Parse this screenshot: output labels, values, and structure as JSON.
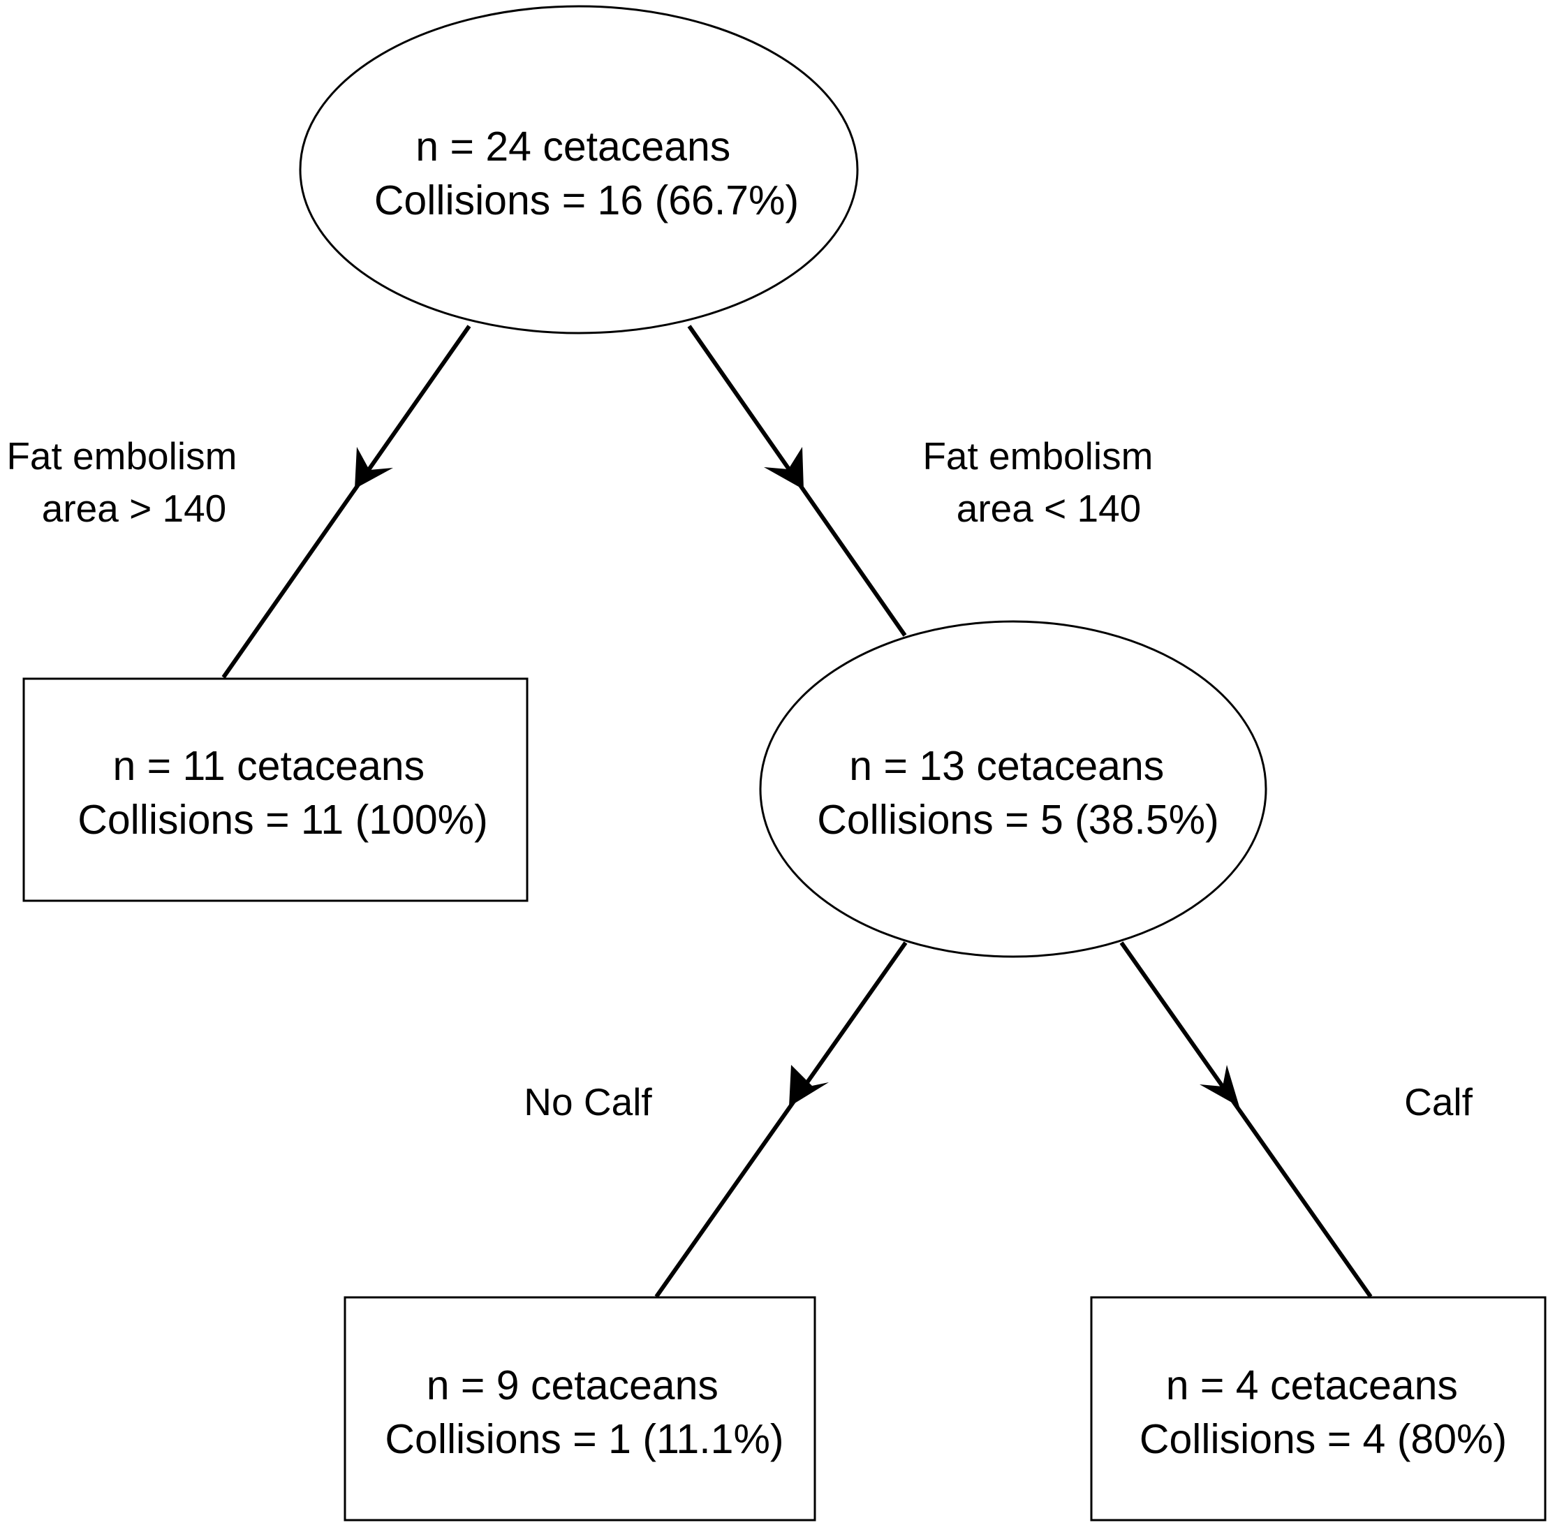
{
  "diagram": {
    "root": {
      "line1": "n = 24 cetaceans",
      "line2": "Collisions = 16 (66.7%)"
    },
    "left_leaf": {
      "line1": "n = 11 cetaceans",
      "line2": "Collisions = 11 (100%)"
    },
    "mid": {
      "line1": "n = 13 cetaceans",
      "line2": "Collisions = 5 (38.5%)"
    },
    "no_calf_leaf": {
      "line1": "n = 9 cetaceans",
      "line2": "Collisions = 1 (11.1%)"
    },
    "calf_leaf": {
      "line1": "n = 4 cetaceans",
      "line2": "Collisions = 4 (80%)"
    },
    "edges": {
      "root_left": {
        "line1": "Fat embolism",
        "line2": "area > 140"
      },
      "root_right": {
        "line1": "Fat embolism",
        "line2": "area < 140"
      },
      "mid_left": {
        "line1": "No Calf"
      },
      "mid_right": {
        "line1": "Calf"
      }
    }
  }
}
